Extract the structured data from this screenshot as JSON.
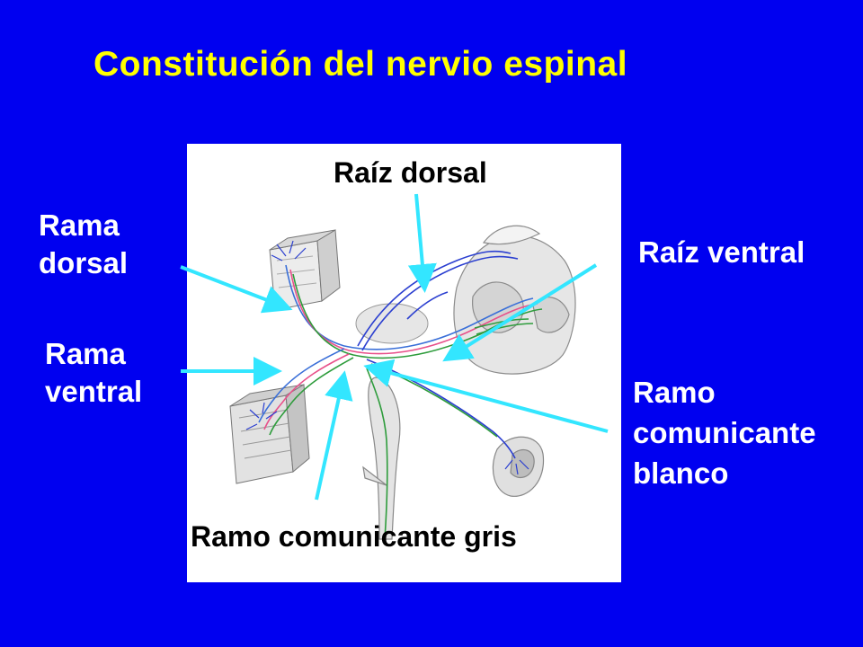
{
  "title": "Constitución del nervio espinal",
  "colors": {
    "background": "#0000f0",
    "title": "#ffff00",
    "pointer": "#33e6ff",
    "labels": "#ffffff"
  },
  "labels": {
    "raiz_dorsal": "Raíz dorsal",
    "rama_dorsal": [
      "Rama",
      "dorsal"
    ],
    "raiz_ventral": "Raíz ventral",
    "rama_ventral": [
      "Rama",
      "ventral"
    ],
    "ramo_comunicante_blanco": [
      "Ramo",
      "comunicante",
      "blanco"
    ],
    "ramo_comunicante_gris": "Ramo comunicante gris"
  }
}
